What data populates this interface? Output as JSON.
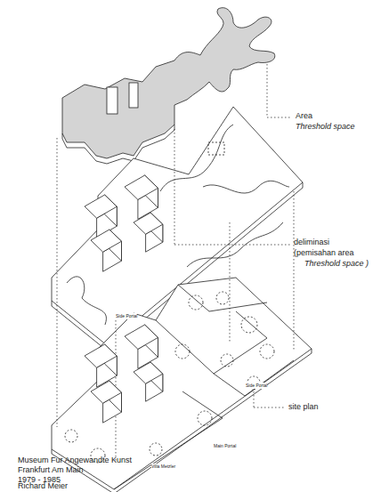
{
  "diagram": {
    "labels": [
      "Area",
      "Threshold space",
      "deliminasi",
      "(pemisahan area",
      "Threshold space )",
      "site plan",
      "Side Portal",
      "Side Portal",
      "Main Portal",
      "Villa Metzler",
      "Museum Fur Angewandte Kunst",
      "Frankfurt Am Main",
      "1979 - 1985",
      "Richard Meier"
    ]
  }
}
